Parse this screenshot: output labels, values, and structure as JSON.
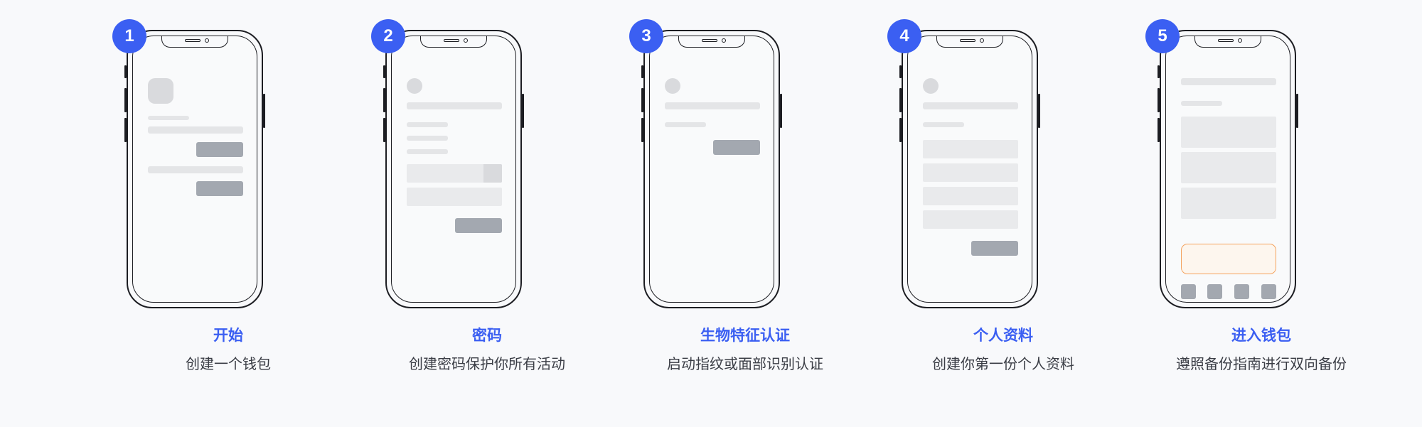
{
  "steps": [
    {
      "number": "1",
      "title": "开始",
      "description": "创建一个钱包"
    },
    {
      "number": "2",
      "title": "密码",
      "description": "创建密码保护你所有活动"
    },
    {
      "number": "3",
      "title": "生物特征认证",
      "description": "启动指纹或面部识别认证"
    },
    {
      "number": "4",
      "title": "个人资料",
      "description": "创建你第一份个人资料"
    },
    {
      "number": "5",
      "title": "进入钱包",
      "description": "遵照备份指南进行双向备份"
    }
  ],
  "colors": {
    "accent": "#3b5ff2",
    "highlight_border": "#f4a25d",
    "highlight_fill": "#fdf6ee",
    "placeholder_dark": "#a3a8b0",
    "placeholder_light": "#e4e5e7"
  }
}
